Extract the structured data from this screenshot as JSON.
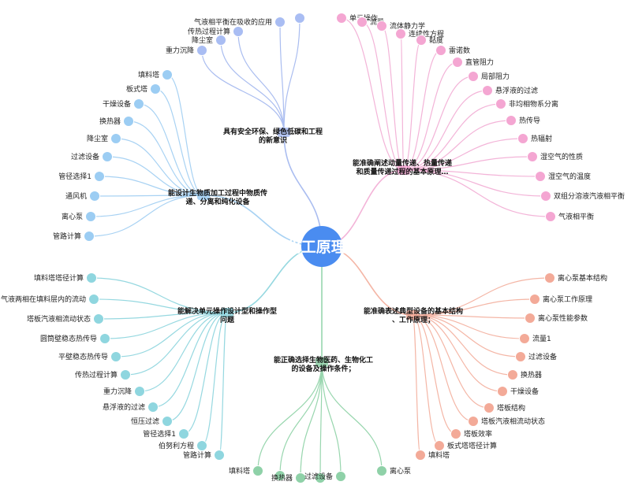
{
  "root": {
    "label": "化工原理B",
    "color": "#4a8cf0"
  },
  "branches": [
    {
      "id": "env",
      "label": [
        "具有安全环保、绿色低碳和工程",
        "的新意识"
      ],
      "color": "#a9bdf3",
      "line": "#aabdf0",
      "leaves": [
        "重力沉降",
        "降尘室",
        "传热过程计算",
        "气液相平衡在吸收的应用",
        ""
      ]
    },
    {
      "id": "flow",
      "label": [
        "能准确阐述动量传递、热量传递",
        "和质量传递过程的基本原理…"
      ],
      "color": "#f4a6d2",
      "line": "#f3b4d8",
      "leaves": [
        "单元操作",
        "流量",
        "流体静力学",
        "连续性方程",
        "黏度",
        "雷诺数",
        "直管阻力",
        "局部阻力",
        "悬浮液的过滤",
        "非均相物系分离",
        "热传导",
        "热辐射",
        "湿空气的性质",
        "湿空气的温度",
        "双组分溶液汽液相平衡",
        "气液相平衡"
      ]
    },
    {
      "id": "design",
      "label": [
        "能设计生物质加工过程中物质传",
        "递、分离和纯化设备"
      ],
      "color": "#9ccdf3",
      "line": "#a8d2f3",
      "leaves": [
        "填料塔",
        "板式塔",
        "干燥设备",
        "换热器",
        "降尘室",
        "过滤设备",
        "管径选择1",
        "通风机",
        "离心泵",
        "管路计算"
      ]
    },
    {
      "id": "structure",
      "label": [
        "能准确表述典型设备的基本结构",
        "、工作原理；"
      ],
      "color": "#f3aa98",
      "line": "#f4b6a6",
      "leaves": [
        "离心泵基本结构",
        "离心泵工作原理",
        "离心泵性能参数",
        "流量1",
        "过滤设备",
        "换热器",
        "干燥设备",
        "塔板结构",
        "塔板汽液相流动状态",
        "塔板效率",
        "板式塔塔径计算",
        "填料塔"
      ]
    },
    {
      "id": "solve",
      "label": [
        "能解决单元操作设计型和操作型",
        "问题"
      ],
      "color": "#8fd6df",
      "line": "#96d8e0",
      "leaves": [
        "填料塔塔径计算",
        "气液两相在填料层内的流动",
        "塔板汽液相流动状态",
        "圆筒壁稳态热传导",
        "平壁稳态热传导",
        "传热过程计算",
        "重力沉降",
        "悬浮液的过滤",
        "恒压过滤",
        "管径选择1",
        "伯努利方程",
        "管路计算"
      ]
    },
    {
      "id": "select",
      "label": [
        "能正确选择生物医药、生物化工",
        "的设备及操作条件；"
      ],
      "color": "#8fd1a8",
      "line": "#98d6ae",
      "leaves": [
        "填料塔",
        "",
        "换热器",
        "",
        "过滤设备",
        "离心泵"
      ]
    }
  ]
}
